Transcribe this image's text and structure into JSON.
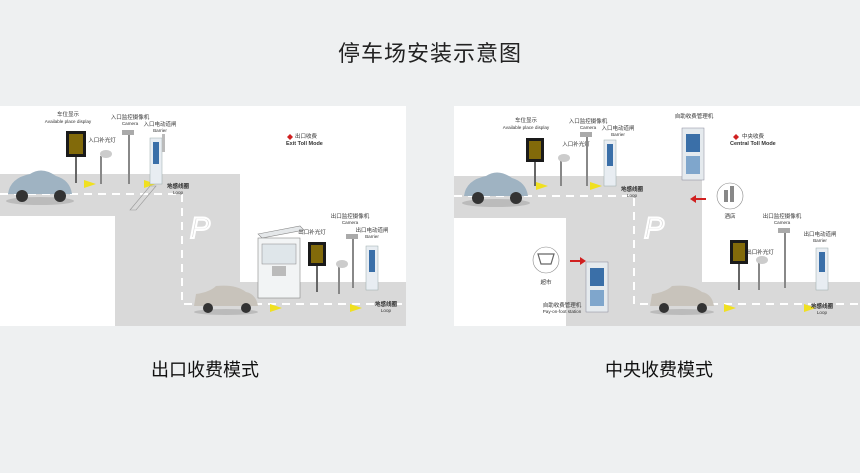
{
  "title": "停车场安装示意图",
  "exit_mode": {
    "caption": "出口收费模式",
    "labels": {
      "place_display_cn": "车位显示",
      "place_display_en": "Available place display",
      "entry_camera_cn": "入口监控摄像机",
      "entry_camera_en": "Camera",
      "entry_barrier_cn": "入口电动道闸",
      "entry_barrier_en": "Barrier",
      "entry_light_cn": "入口补光灯",
      "loop1_cn": "地感线圈",
      "loop1_en": "Loop",
      "toll_cn": "出口收费",
      "toll_en": "Exit Toll Mode",
      "exit_camera_cn": "出口监控摄像机",
      "exit_camera_en": "Camera",
      "exit_light_cn": "出口补光灯",
      "exit_barrier_cn": "出口电动道闸",
      "exit_barrier_en": "Barrier",
      "loop2_cn": "地感线圈",
      "loop2_en": "Loop"
    }
  },
  "central_mode": {
    "caption": "中央收费模式",
    "labels": {
      "place_display_cn": "车位显示",
      "place_display_en": "Available place display",
      "entry_camera_cn": "入口监控摄像机",
      "entry_camera_en": "Camera",
      "entry_barrier_cn": "入口电动道闸",
      "entry_barrier_en": "Barrier",
      "entry_light_cn": "入口补光灯",
      "loop1_cn": "地感线圈",
      "loop1_en": "Loop",
      "self_station_top_cn": "自助收费管理机",
      "toll_cn": "中央收费",
      "toll_en": "Central Toll Mode",
      "hotel_cn": "酒店",
      "exit_camera_cn": "出口监控摄像机",
      "exit_camera_en": "Camera",
      "exit_barrier_cn": "出口电动道闸",
      "exit_barrier_en": "Barrier",
      "exit_light_cn": "出口补光灯",
      "supermarket_cn": "超市",
      "self_station_cn": "自助收费管理机",
      "self_station_en": "Pay-on-foot station",
      "loop2_cn": "地感线圈",
      "loop2_en": "Loop"
    }
  },
  "colors": {
    "road": "#d9d9d9",
    "marking": "#ffffff",
    "arrow": "#f0e020",
    "red_arrow": "#d02020",
    "equipment_blue": "#3a6fa8"
  }
}
